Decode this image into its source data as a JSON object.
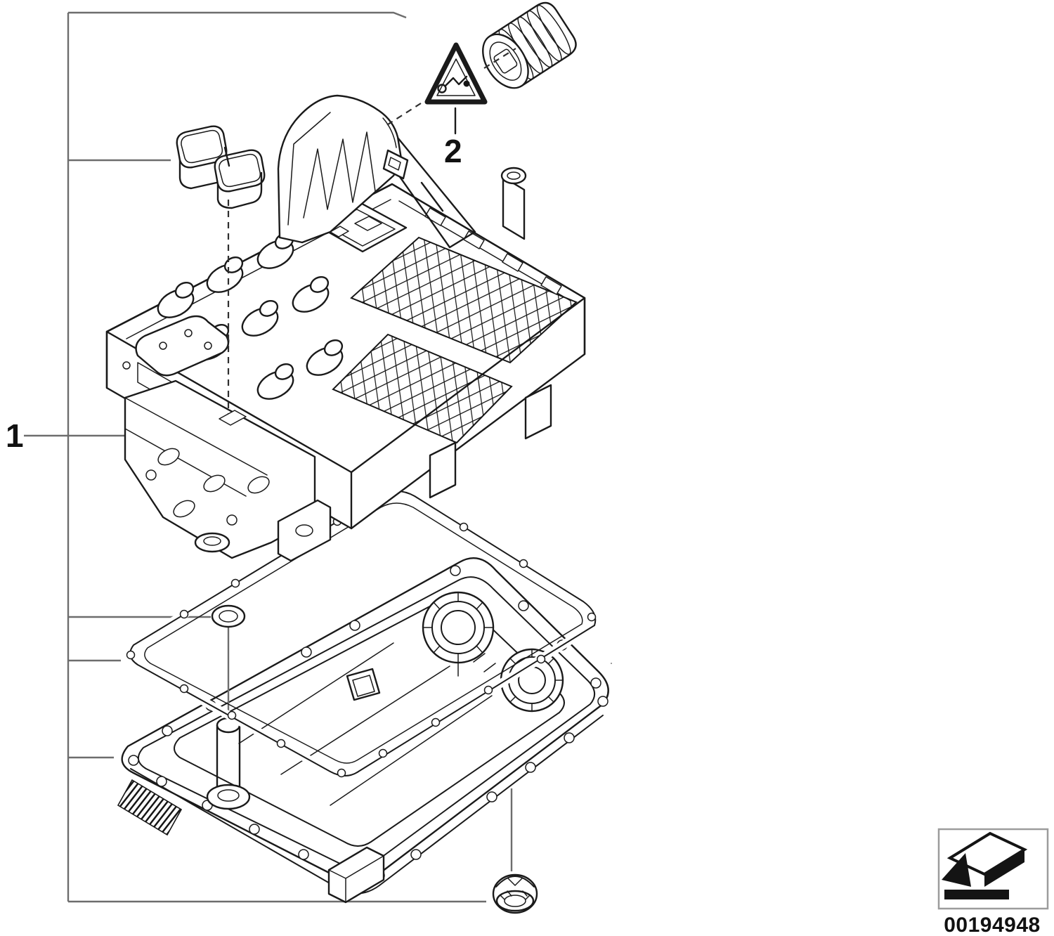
{
  "page": {
    "background": "#ffffff"
  },
  "callouts": {
    "part1": {
      "label": "1"
    },
    "part2": {
      "label": "2"
    }
  },
  "footer": {
    "document_number": "00194948"
  },
  "icons": {
    "warning_triangle": "torque-warning-triangle",
    "nav_arrow": "page-turn-arrow"
  },
  "colors": {
    "drawing_line": "#1a1a1a",
    "leader_line": "#6d6d6d",
    "dashed_line": "#2f2f2f",
    "icon_black": "#141414",
    "box_border": "#9c9c9c",
    "text": "#111111"
  }
}
